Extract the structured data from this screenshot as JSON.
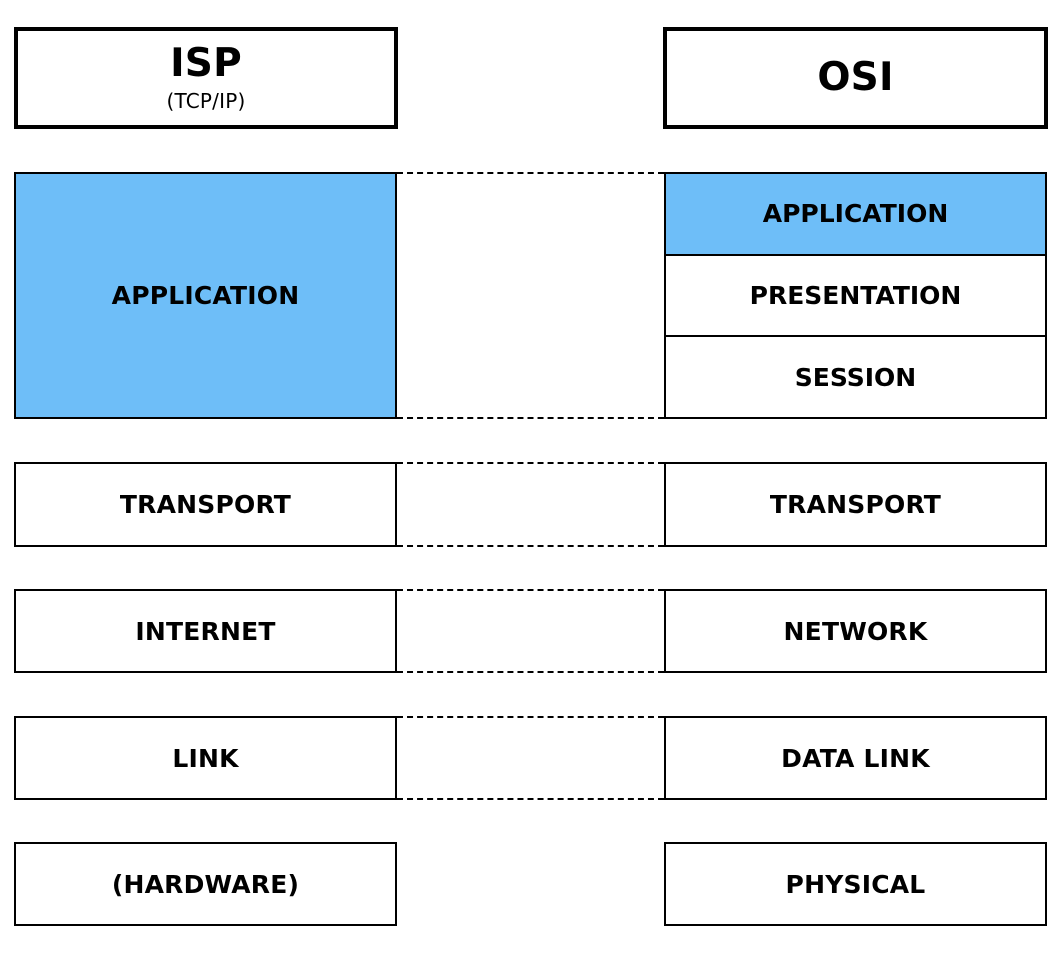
{
  "colors": {
    "highlight": "#6EBEF8",
    "border": "#000000",
    "background": "#FFFFFF"
  },
  "isp": {
    "title": "ISP",
    "subtitle": "(TCP/IP)",
    "layers": [
      {
        "label": "APPLICATION",
        "highlighted": true
      },
      {
        "label": "TRANSPORT",
        "highlighted": false
      },
      {
        "label": "INTERNET",
        "highlighted": false
      },
      {
        "label": "LINK",
        "highlighted": false
      },
      {
        "label": "(HARDWARE)",
        "highlighted": false
      }
    ]
  },
  "osi": {
    "title": "OSI",
    "layers": [
      {
        "label": "APPLICATION",
        "highlighted": true
      },
      {
        "label": "PRESENTATION",
        "highlighted": false
      },
      {
        "label": "SESSION",
        "highlighted": false
      },
      {
        "label": "TRANSPORT",
        "highlighted": false
      },
      {
        "label": "NETWORK",
        "highlighted": false
      },
      {
        "label": "DATA LINK",
        "highlighted": false
      },
      {
        "label": "PHYSICAL",
        "highlighted": false
      }
    ]
  }
}
